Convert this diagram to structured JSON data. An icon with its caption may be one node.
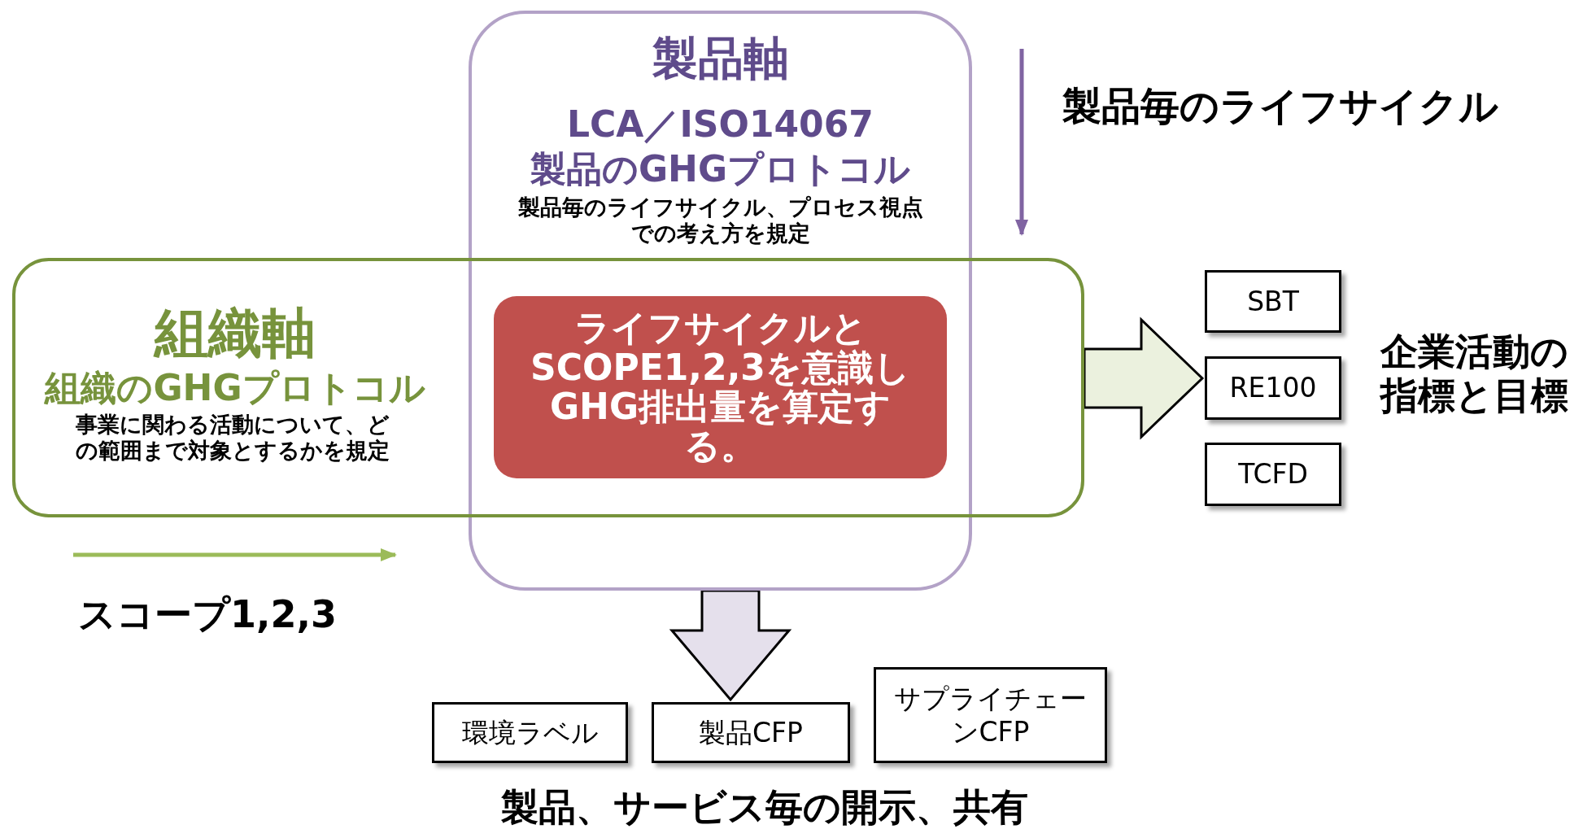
{
  "diagram": {
    "nodes": [
      {
        "text": [
          "製品軸",
          "LCA／ISO14067",
          "製品のGHGプロトコル",
          "製品毎のライフサイクル、プロセス視点での考え方を規定"
        ]
      },
      {
        "text": [
          "組織軸",
          "組織のGHGプロトコル",
          "事業に関わる活動について、どの範囲まで対象とするかを規定"
        ]
      },
      {
        "text": [
          "ライフサイクルとSCOPE1,2,3を意識しGHG排出量を算定する。"
        ]
      },
      {
        "text": [
          "SBT"
        ]
      },
      {
        "text": [
          "RE100"
        ]
      },
      {
        "text": [
          "TCFD"
        ]
      },
      {
        "text": [
          "環境ラベル"
        ]
      },
      {
        "text": [
          "製品CFP"
        ]
      },
      {
        "text": [
          "サプライチェーンCFP"
        ]
      }
    ],
    "edges": [
      {
        "from": 1,
        "to": 4,
        "arrow": "to"
      },
      {
        "from": 0,
        "to": 7,
        "arrow": "to"
      }
    ],
    "labels": [
      "製品毎のライフサイクル",
      "企業活動の指標と目標",
      "スコープ1,2,3",
      "製品、サービス毎の開示、共有"
    ]
  }
}
